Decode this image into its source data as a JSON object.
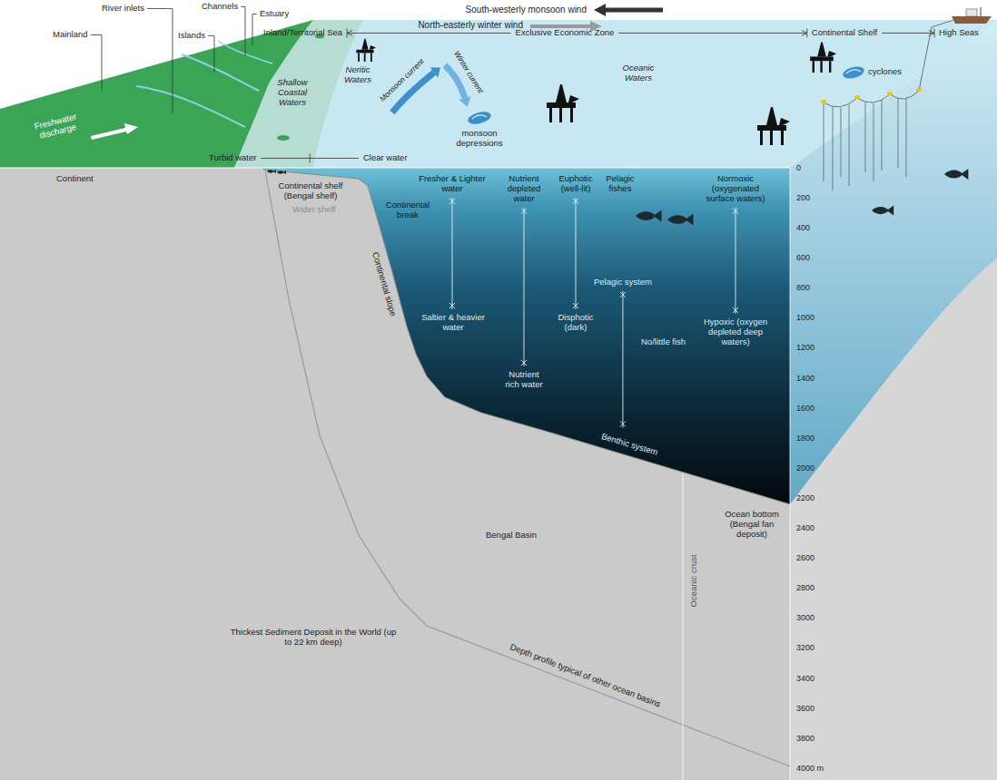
{
  "diagram": {
    "labels": [
      "South-westerly monsoon wind",
      "North-easterly winter wind",
      "Mainland",
      "River inlets",
      "Channels",
      "Islands",
      "Estuary",
      "Inland/Territorial Sea",
      "Exclusive Economic Zone",
      "Continental Shelf",
      "High Seas",
      "Freshwater discharge",
      "Shallow Coastal Waters",
      "Neritic Waters",
      "Monsoon current",
      "Winter current",
      "monsoon depressions",
      "Oceanic Waters",
      "cyclones",
      "Turbid water",
      "Clear water",
      "Continent",
      "Continental shelf (Bengal shelf)",
      "Wider shelf",
      "Continental break",
      "Continental slope",
      "Fresher & Lighter water",
      "Saltier & heavier water",
      "Nutrient depleted water",
      "Nutrient rich water",
      "Euphotic (well-lit)",
      "Disphotic (dark)",
      "Pelagic fishes",
      "Pelagic system",
      "No/little fish",
      "Benthic system",
      "Normoxic (oxygenated surface waters)",
      "Hypoxic (oxygen depleted deep waters)",
      "Ocean bottom (Bengal fan deposit)",
      "Oceanic crust",
      "Bengal Basin",
      "Thickest Sediment Deposit in the World (up to 22 km deep)",
      "Depth profile typical of other ocean basins",
      "0",
      "200",
      "400",
      "600",
      "800",
      "1000",
      "1200",
      "1400",
      "1600",
      "1800",
      "2000",
      "2200",
      "2400",
      "2600",
      "2800",
      "3000",
      "3200",
      "3400",
      "3600",
      "3800",
      "4000 m"
    ]
  }
}
